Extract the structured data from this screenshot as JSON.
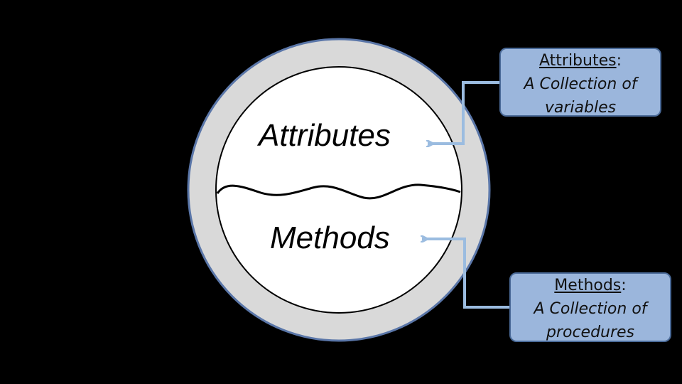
{
  "diagram": {
    "core_labels": {
      "attributes": "Attributes",
      "methods": "Methods"
    },
    "callouts": [
      {
        "id": "attributes",
        "heading": "Attributes",
        "separator": ":",
        "line1": "A Collection of",
        "line2": "variables"
      },
      {
        "id": "methods",
        "heading": "Methods",
        "separator": ":",
        "line1": "A Collection of",
        "line2": "procedures"
      }
    ],
    "colors": {
      "background": "#000000",
      "outer_ring": "#d9d9d9",
      "ring_border": "#5a76a8",
      "inner_circle": "#ffffff",
      "callout_fill": "#9bb6dc",
      "callout_border": "#4a6a98",
      "connector": "#9bbce0"
    }
  }
}
